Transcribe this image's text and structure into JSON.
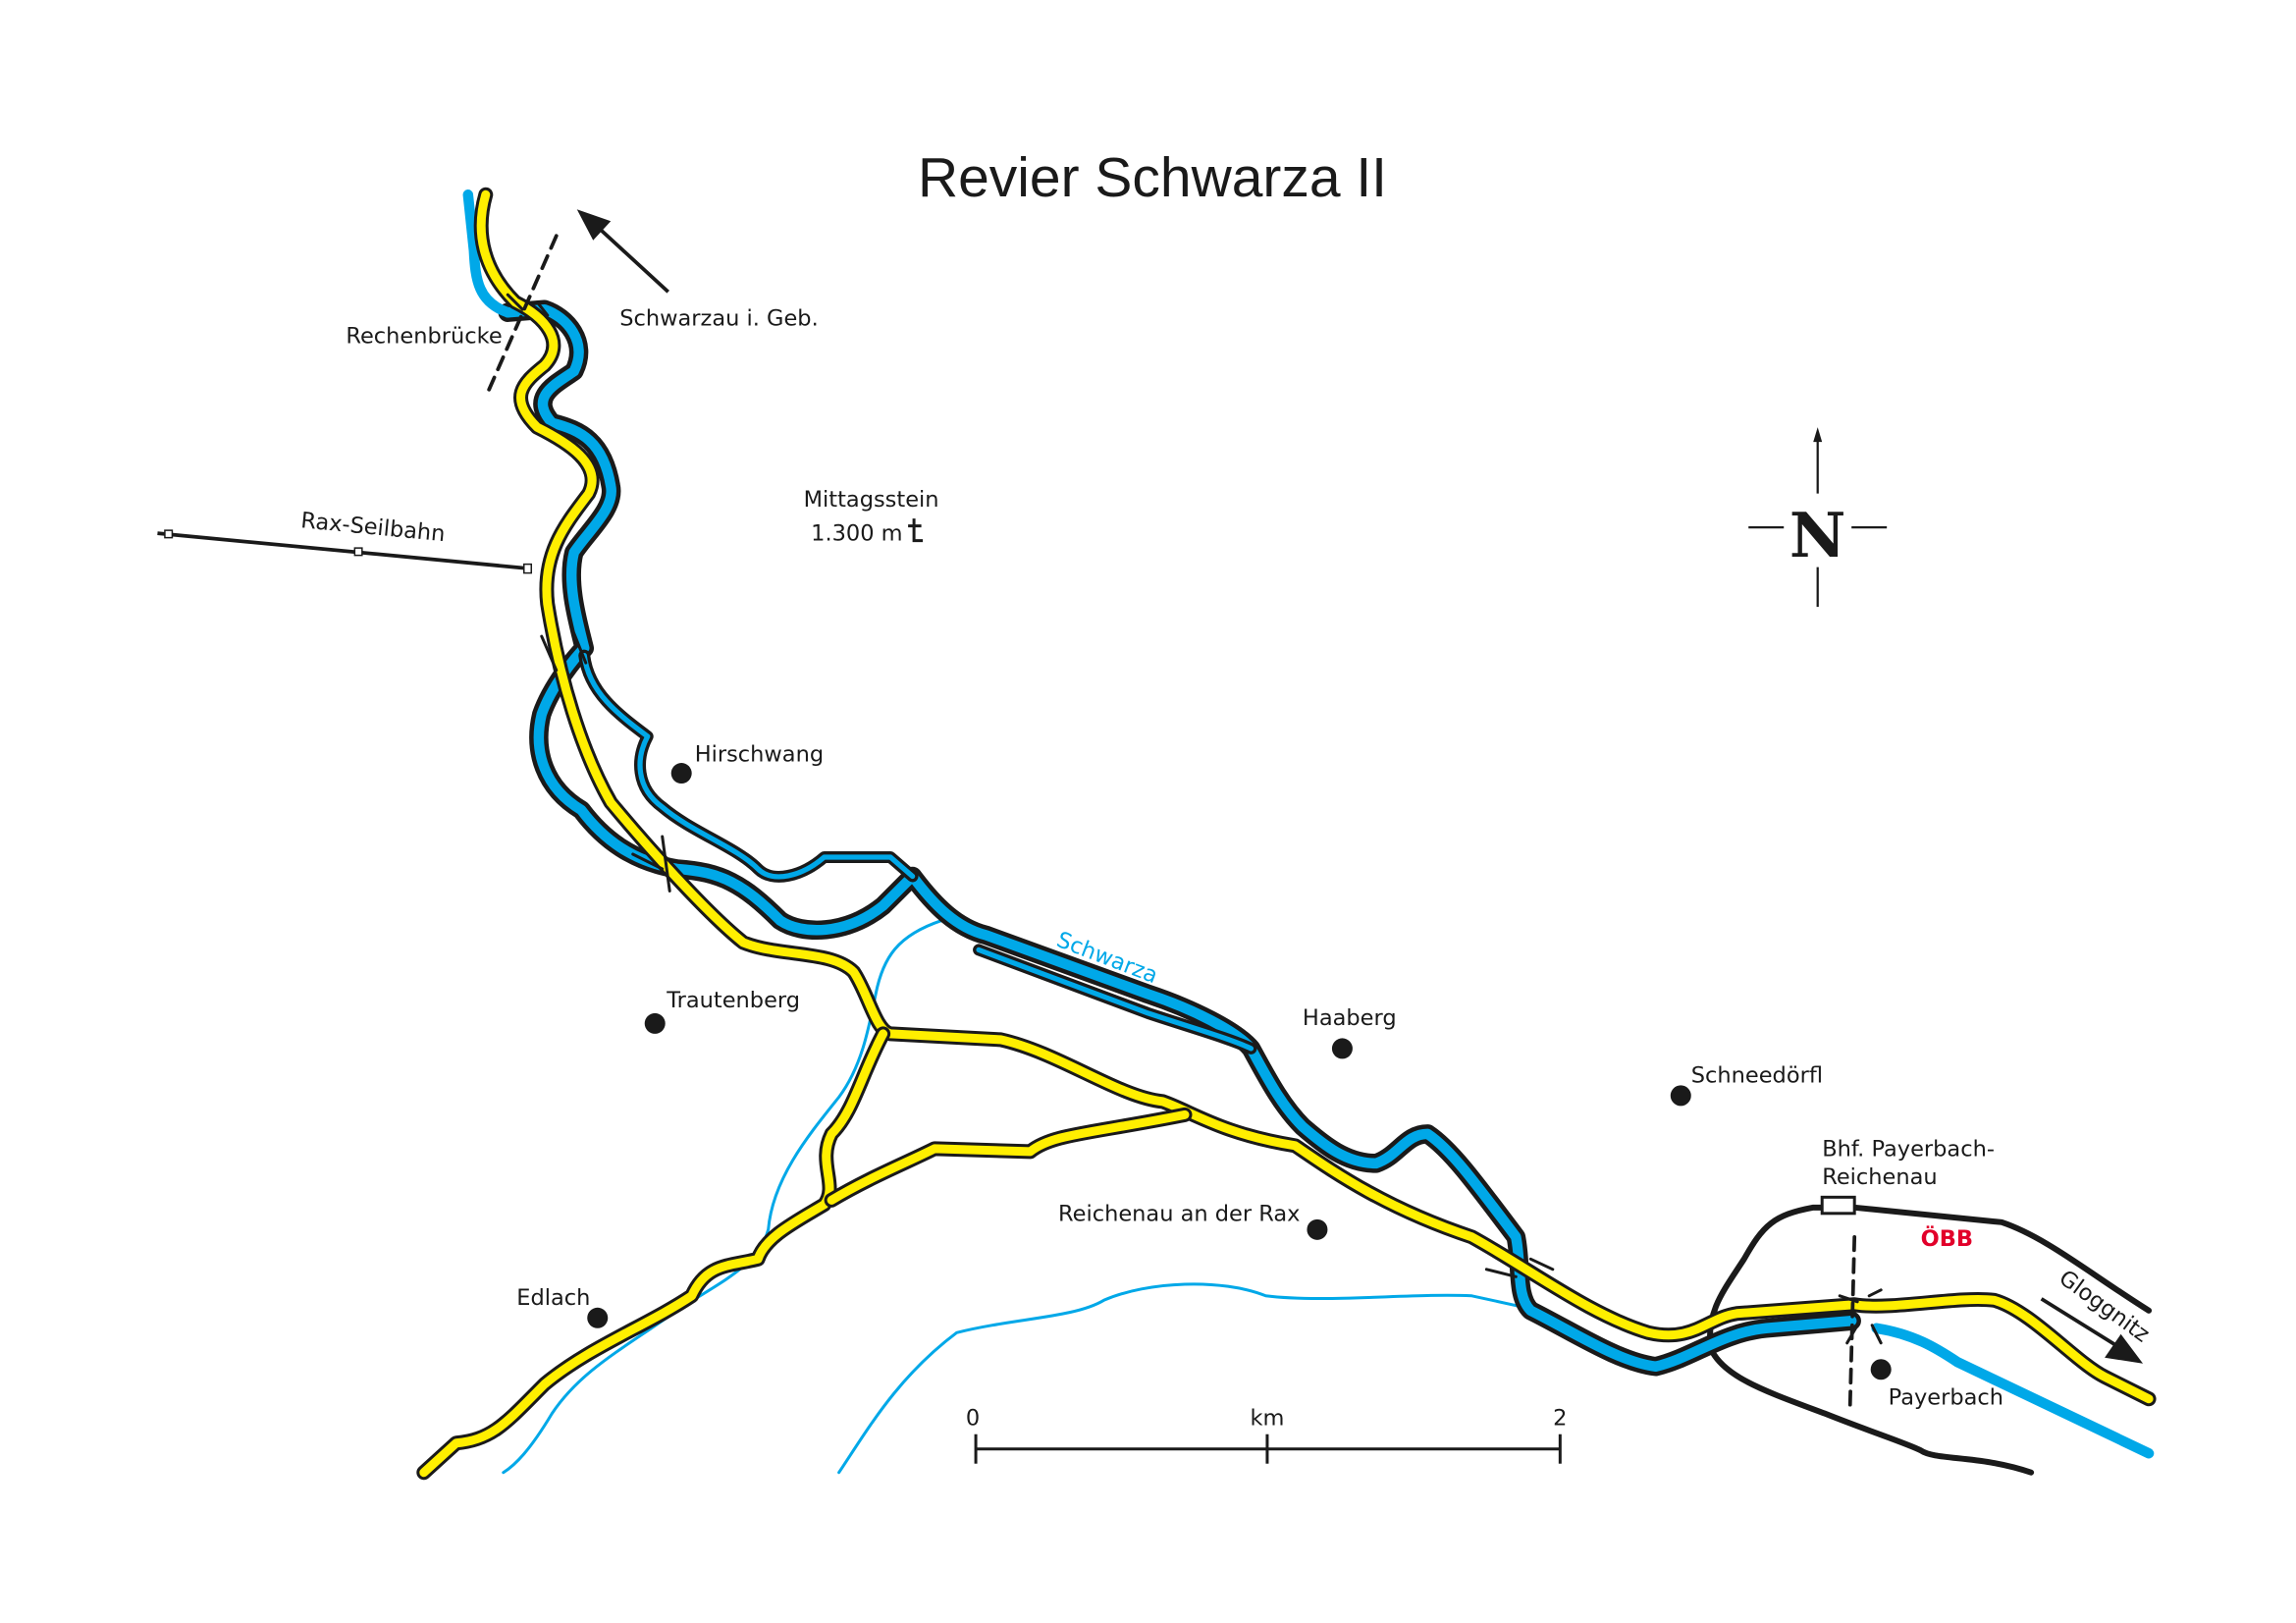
{
  "title": "Revier Schwarza II",
  "colors": {
    "river": "#00a8e8",
    "road": "#ffef00",
    "outline": "#1a1a1a",
    "obb": "#e2002a"
  },
  "labels": {
    "rechenbruecke": "Rechenbrücke",
    "schwarzau": "Schwarzau i. Geb.",
    "mittagsstein": "Mittagsstein",
    "mittagsstein_height": "1.300 m",
    "rax_seilbahn": "Rax-Seilbahn",
    "hirschwang": "Hirschwang",
    "trautenberg": "Trautenberg",
    "edlach": "Edlach",
    "haaberg": "Haaberg",
    "schneedoerfl": "Schneedörfl",
    "reichenau": "Reichenau an der Rax",
    "bhf_line1": "Bhf. Payerbach-",
    "bhf_line2": "Reichenau",
    "payerbach": "Payerbach",
    "gloggnitz": "Gloggnitz",
    "river_name": "Schwarza",
    "obb": "ÖBB"
  },
  "compass": {
    "north": "N"
  },
  "scale_bar": {
    "start": "0",
    "unit": "km",
    "end": "2"
  },
  "icons": {
    "summit": "summit-cross-icon",
    "place": "place-dot-icon",
    "station": "station-icon"
  }
}
